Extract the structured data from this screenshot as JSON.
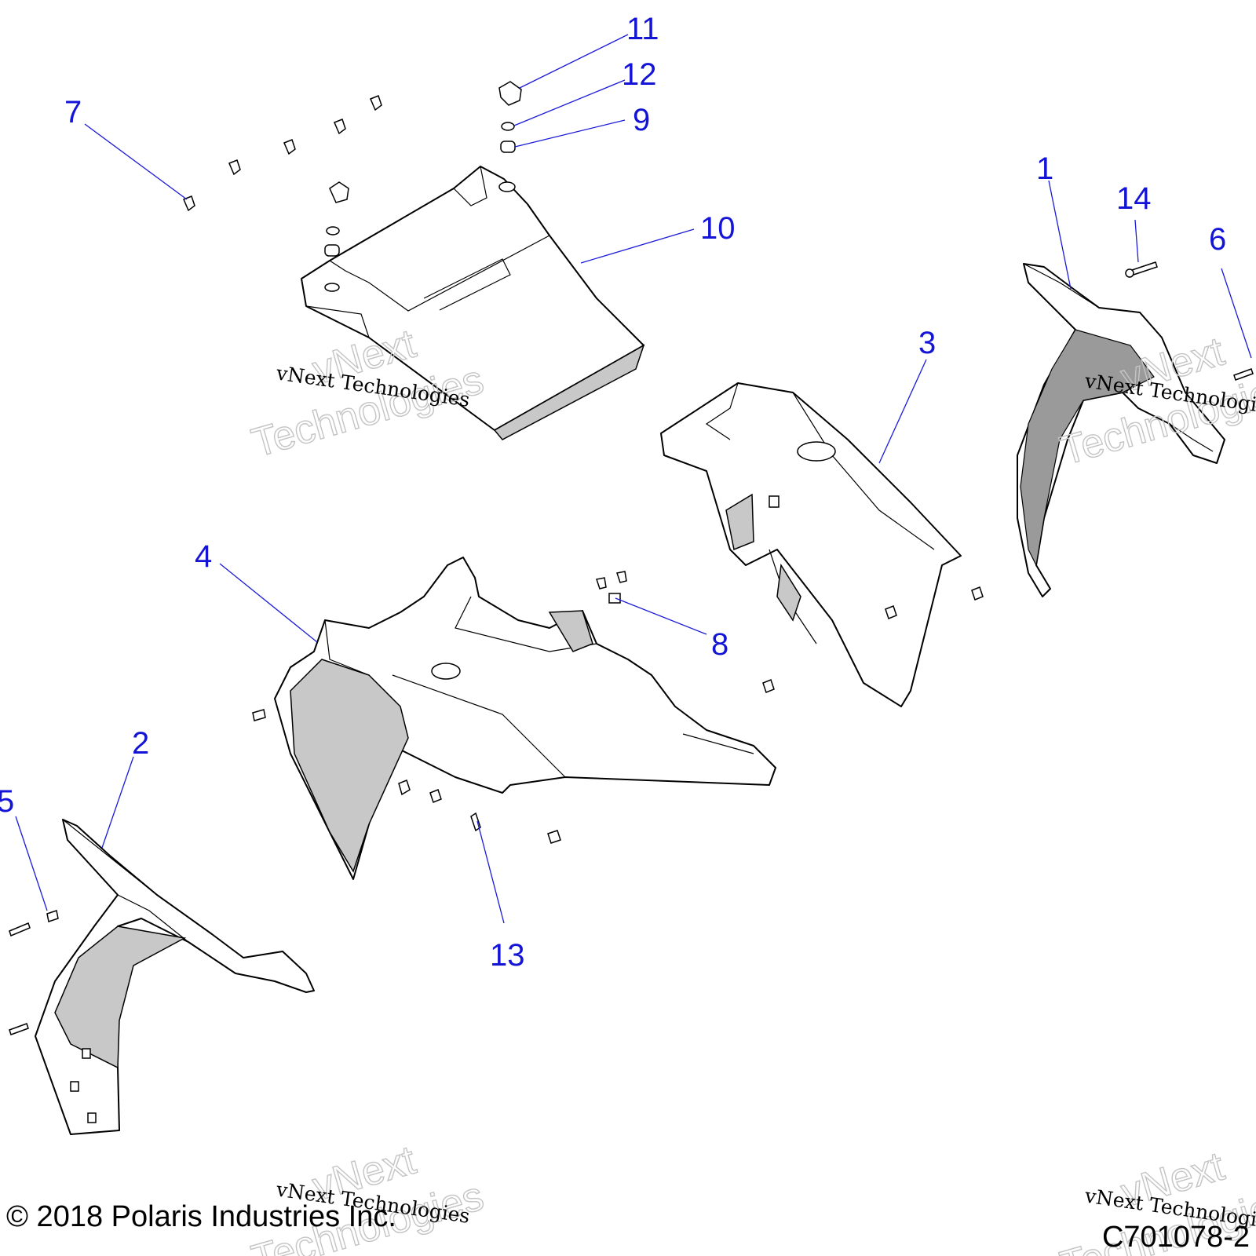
{
  "callouts": [
    {
      "num": "1"
    },
    {
      "num": "2"
    },
    {
      "num": "3"
    },
    {
      "num": "4"
    },
    {
      "num": "5"
    },
    {
      "num": "6"
    },
    {
      "num": "7"
    },
    {
      "num": "8"
    },
    {
      "num": "9"
    },
    {
      "num": "10"
    },
    {
      "num": "11"
    },
    {
      "num": "12"
    },
    {
      "num": "13"
    },
    {
      "num": "14"
    }
  ],
  "watermark": {
    "line1": "vNext",
    "line2": "Technologies",
    "caption": "vNext Technologies"
  },
  "footer": {
    "copyright": "© 2018 Polaris Industries  Inc.",
    "drawing_code": "C701078-2"
  },
  "colors": {
    "callout_blue": "#1414d6",
    "part_shading": "#c8c8c8"
  }
}
